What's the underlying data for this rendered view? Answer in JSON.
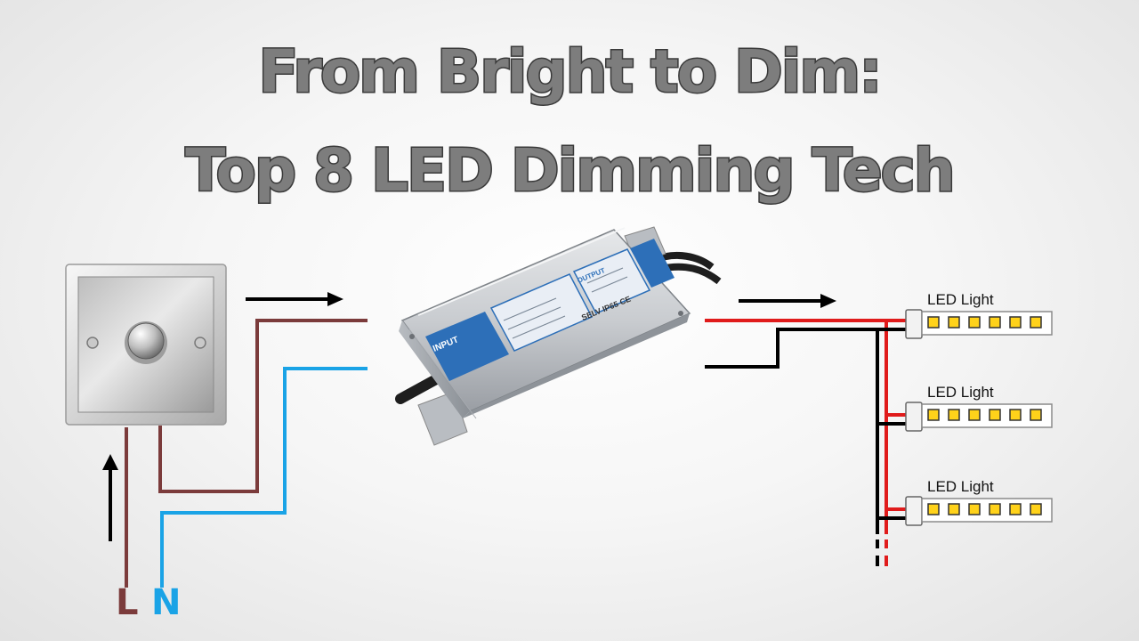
{
  "title": {
    "line1": "From Bright to Dim:",
    "line2": "Top 8 LED Dimming Tech"
  },
  "dimmer": {
    "icon": "dimmer-switch-icon"
  },
  "driver": {
    "icon": "led-driver-icon",
    "input_label": "INPUT",
    "output_label": "OUTPUT",
    "rating": "SELV  IP65  CE"
  },
  "terminals": {
    "live": "L",
    "neutral": "N"
  },
  "led_lights": [
    {
      "label": "LED Light",
      "chips": 6
    },
    {
      "label": "LED Light",
      "chips": 6
    },
    {
      "label": "LED Light",
      "chips": 6
    }
  ],
  "colors": {
    "live_wire": "#7b3b3b",
    "neutral_wire": "#1aa3e6",
    "positive_wire": "#e01b1b",
    "negative_wire": "#000000",
    "led_chip": "#ffd21a"
  }
}
